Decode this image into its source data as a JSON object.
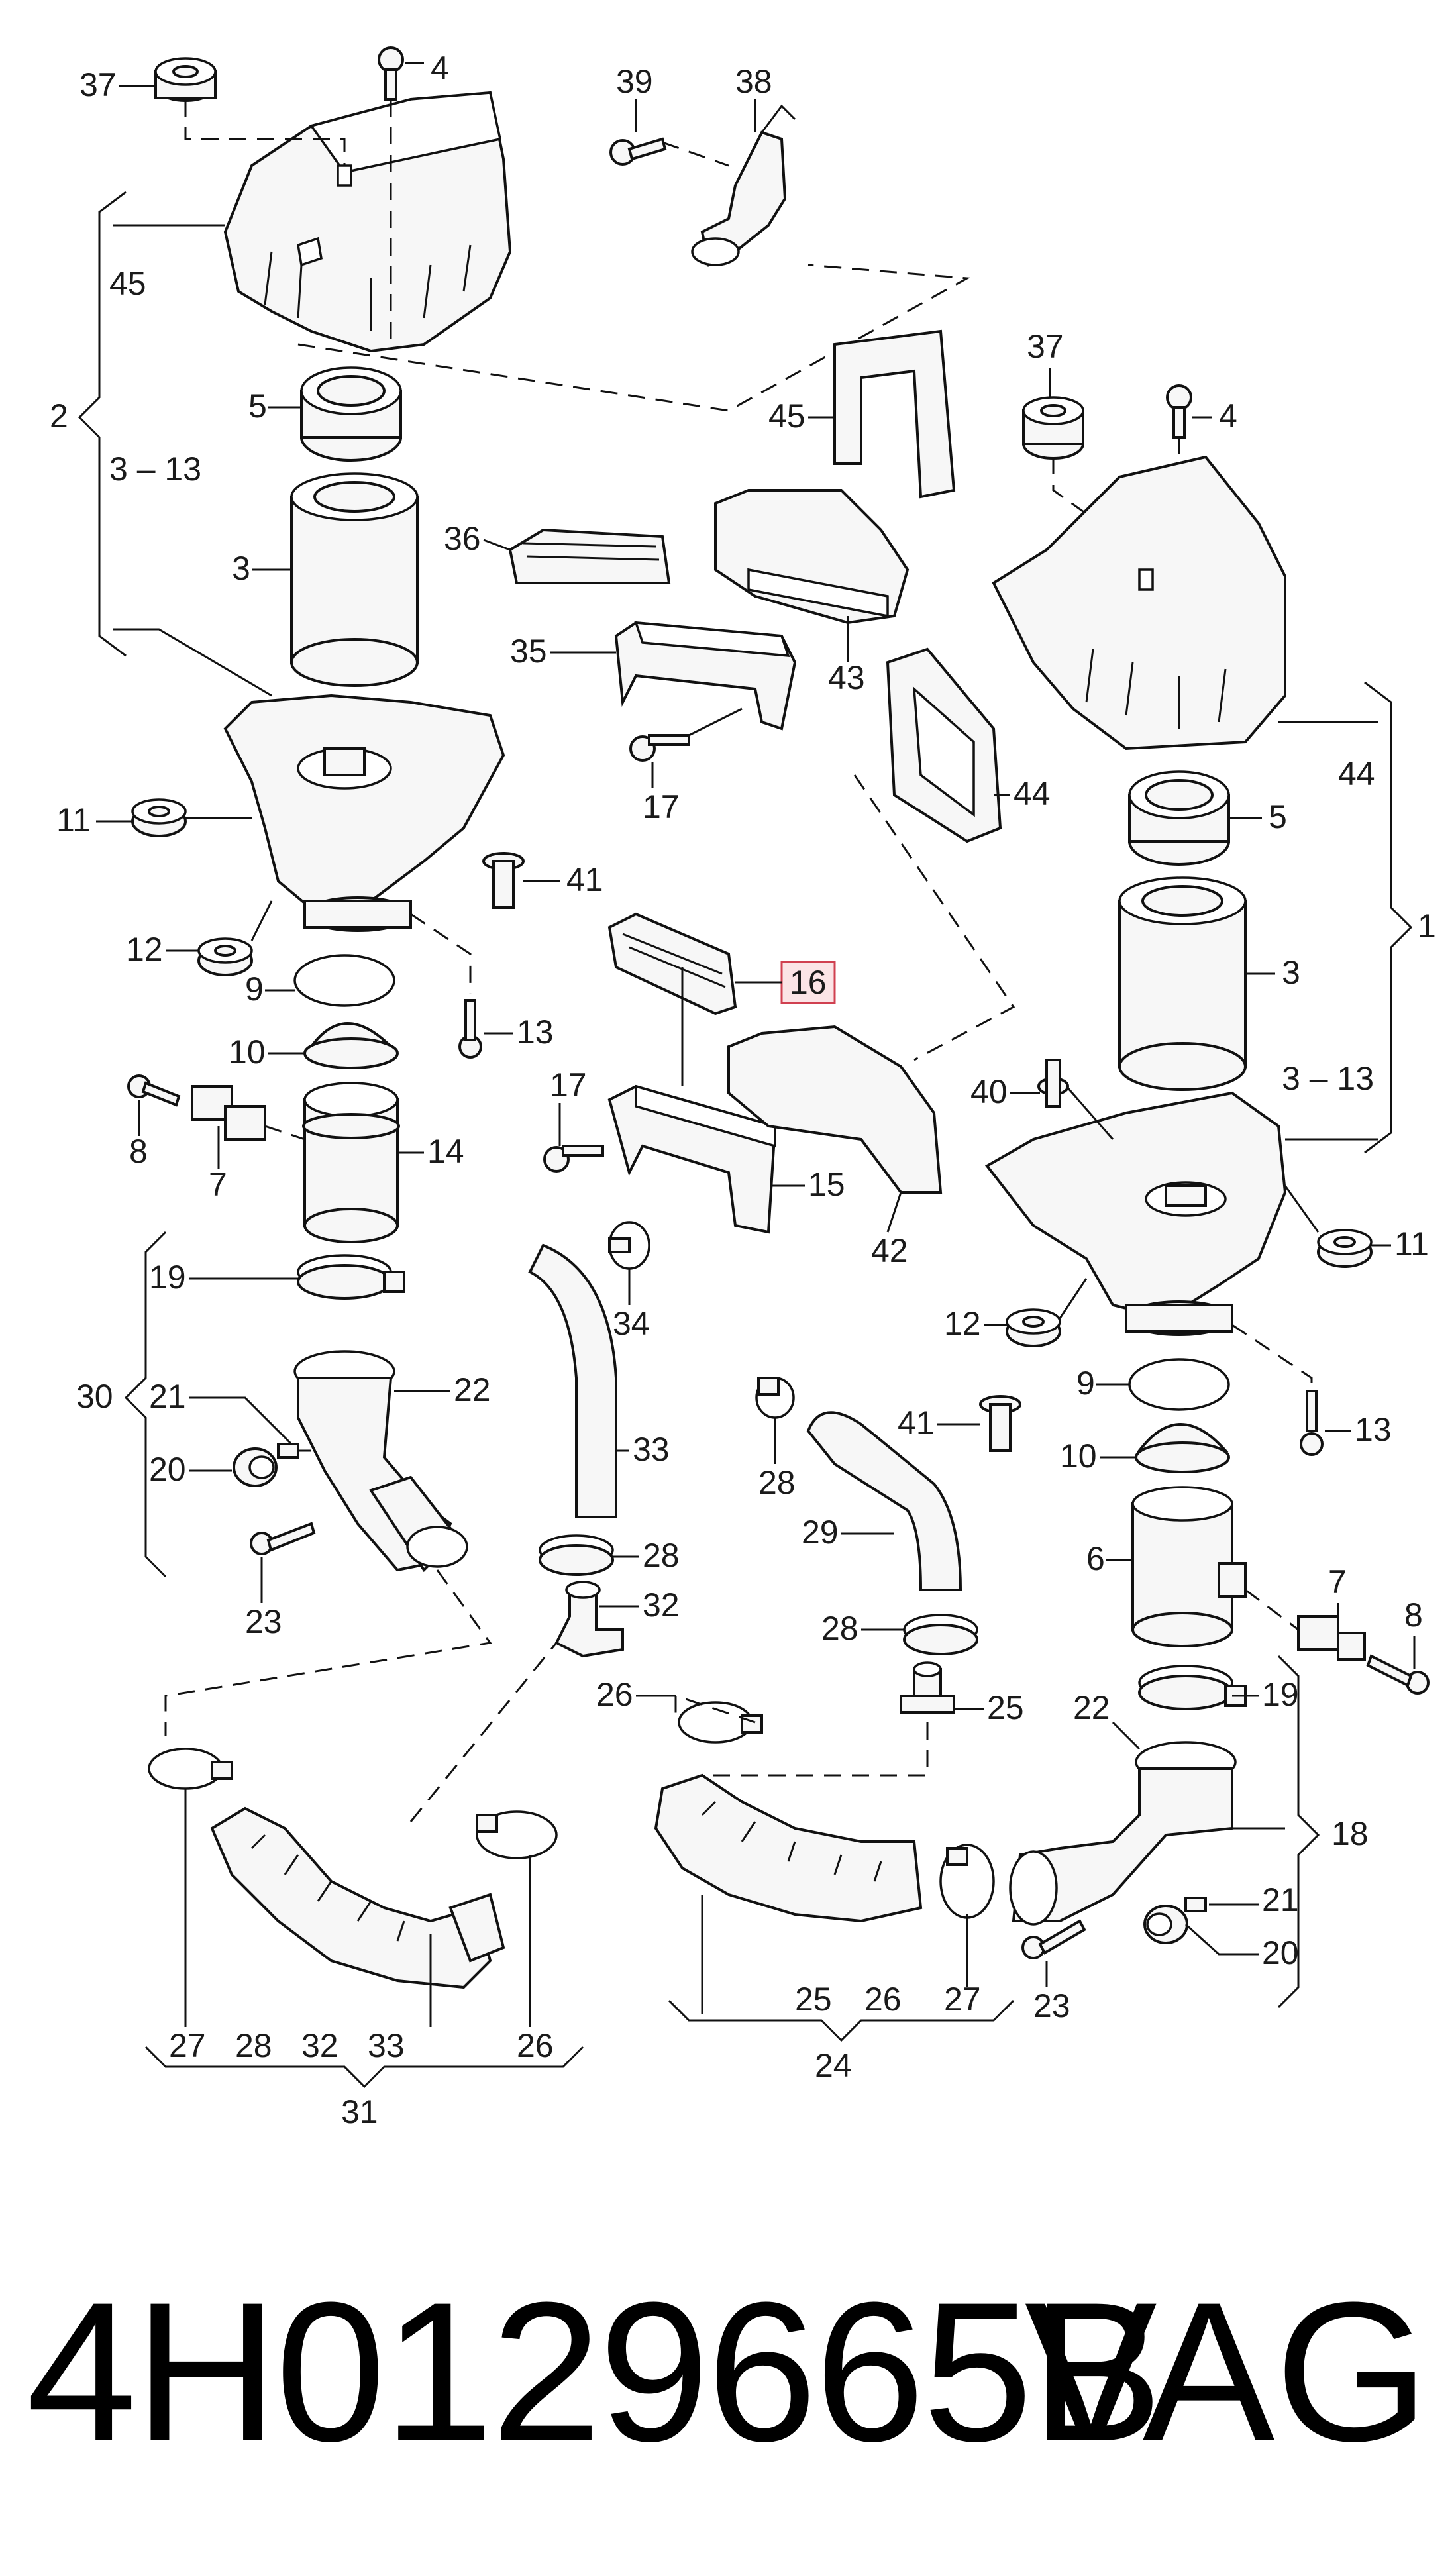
{
  "callouts": {
    "c37a": "37",
    "c4a": "4",
    "c39": "39",
    "c38": "38",
    "c45a": "45",
    "c2": "2",
    "c313a": "3 – 13",
    "c5a": "5",
    "c3a": "3",
    "c36": "36",
    "c35": "35",
    "c43": "43",
    "c45b": "45",
    "c37b": "37",
    "c4b": "4",
    "c44a": "44",
    "c44b": "44",
    "c17a": "17",
    "c11a": "11",
    "c41a": "41",
    "c12a": "12",
    "c9a": "9",
    "c13a": "13",
    "c16": "16",
    "c10a": "10",
    "c8a": "8",
    "c7a": "7",
    "c14": "14",
    "c17b": "17",
    "c15": "15",
    "c42": "42",
    "c5b": "5",
    "c1": "1",
    "c3b": "3",
    "c40": "40",
    "c313b": "3 – 13",
    "c11b": "11",
    "c12b": "12",
    "c19a": "19",
    "c34": "34",
    "c30": "30",
    "c21a": "21",
    "c22a": "22",
    "c20a": "20",
    "c33a": "33",
    "c23a": "23",
    "c28a": "28",
    "c41b": "41",
    "c9b": "9",
    "c13b": "13",
    "c10b": "10",
    "c28b": "28",
    "c29": "29",
    "c28c": "28",
    "c32a": "32",
    "c6": "6",
    "c7b": "7",
    "c8b": "8",
    "c26a": "26",
    "c25a": "25",
    "c19b": "19",
    "c22b": "22",
    "c18": "18",
    "c21b": "21",
    "c20b": "20",
    "c23b": "23",
    "c27a": "27",
    "c28d": "28",
    "c32b": "32",
    "c33b": "33",
    "c26b": "26",
    "c31": "31",
    "c25b": "25",
    "c26c": "26",
    "c27b": "27",
    "c24": "24"
  },
  "highlight_part": "16",
  "footer": {
    "part_number": "4H0129665B",
    "brand": "VAG"
  }
}
